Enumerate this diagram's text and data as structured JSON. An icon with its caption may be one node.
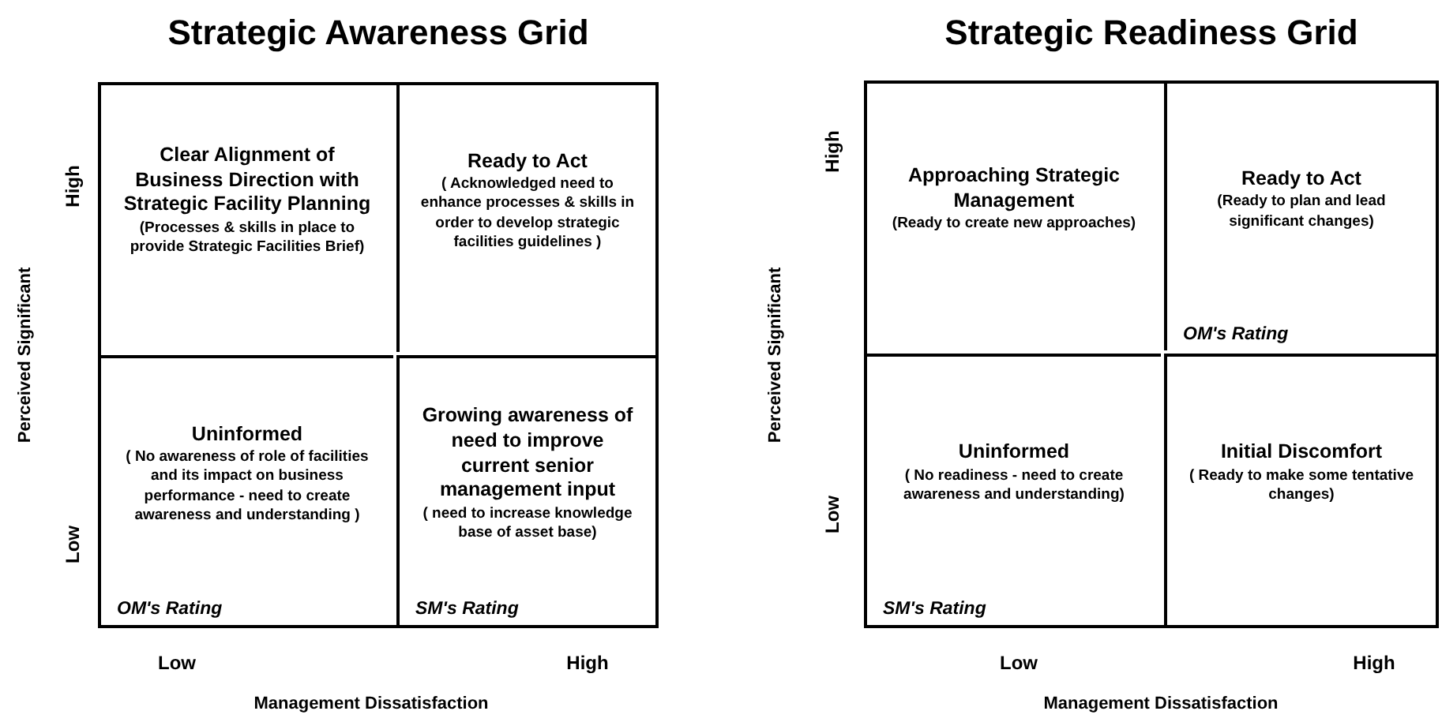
{
  "diagram": {
    "nodes": [
      {
        "text": [
          "Strategic Awareness Grid"
        ]
      },
      {
        "text": [
          "Clear Alignment of Business Direction with Strategic Facility Planning",
          "(Processes & skills in place to provide Strategic Facilities Brief)"
        ],
        "in": 0
      },
      {
        "text": [
          "Ready to Act",
          "( Acknowledged need to enhance processes & skills in order to develop strategic facilities guidelines )"
        ],
        "in": 0
      },
      {
        "text": [
          "Uninformed",
          "( No awareness of role of facilities and its impact on business performance - need to create awareness and understanding )",
          "OM's Rating"
        ],
        "in": 0
      },
      {
        "text": [
          "Growing awareness of need to improve current senior management input",
          "( need to increase knowledge base of asset base)",
          "SM's Rating"
        ],
        "in": 0
      },
      {
        "text": [
          "Strategic Readiness Grid"
        ]
      },
      {
        "text": [
          "Approaching Strategic Management",
          "(Ready to create new approaches)"
        ],
        "in": 5
      },
      {
        "text": [
          "Ready to Act",
          "(Ready to plan and lead significant changes)",
          "OM's Rating"
        ],
        "in": 5
      },
      {
        "text": [
          "Uninformed",
          "( No readiness - need to create awareness and understanding)",
          "SM's Rating"
        ],
        "in": 5
      },
      {
        "text": [
          "Initial Discomfort",
          "( Ready to make some tentative changes)"
        ],
        "in": 5
      }
    ],
    "labels": [
      "Perceived Significant",
      "High",
      "Low",
      "Low",
      "High",
      "Management Dissatisfaction",
      "Perceived Significant",
      "High",
      "Low",
      "Low",
      "High",
      "Management Dissatisfaction"
    ]
  }
}
